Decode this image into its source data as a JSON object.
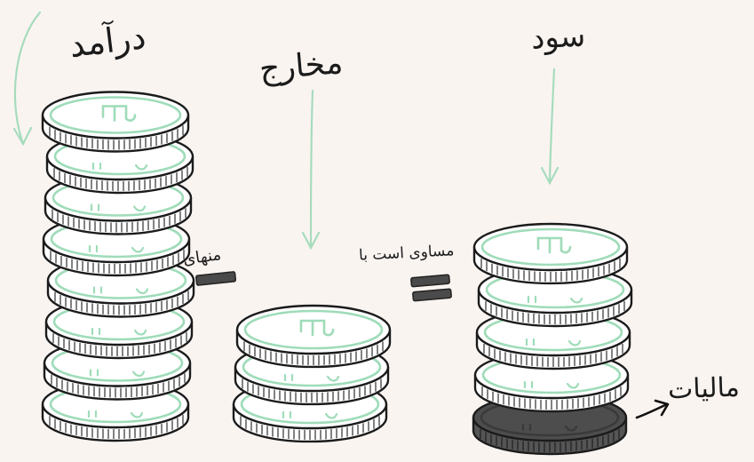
{
  "labels": {
    "income": "درآمد",
    "expenses": "مخارج",
    "profit": "سود",
    "minus": "منهای",
    "equals": "مساوی است با",
    "tax": "مالیات"
  },
  "stacks": {
    "income": {
      "coins": 8
    },
    "expenses": {
      "coins": 3
    },
    "profit": {
      "coins": 4,
      "tax_coins": 1
    }
  },
  "colors": {
    "background": "#faf4f1",
    "coin_face": "#ffffff",
    "coin_accent": "#9fdcb9",
    "tax_coin": "#4d4d4d",
    "ink": "#1b1b1b",
    "arrow": "#a6dcbd",
    "operator": "#4a4a4a"
  },
  "icons": {
    "coin": "toman-coin-icon",
    "tax_coin": "dark-toman-coin-icon",
    "minus": "minus-sign-icon",
    "equals": "equals-sign-icon"
  }
}
